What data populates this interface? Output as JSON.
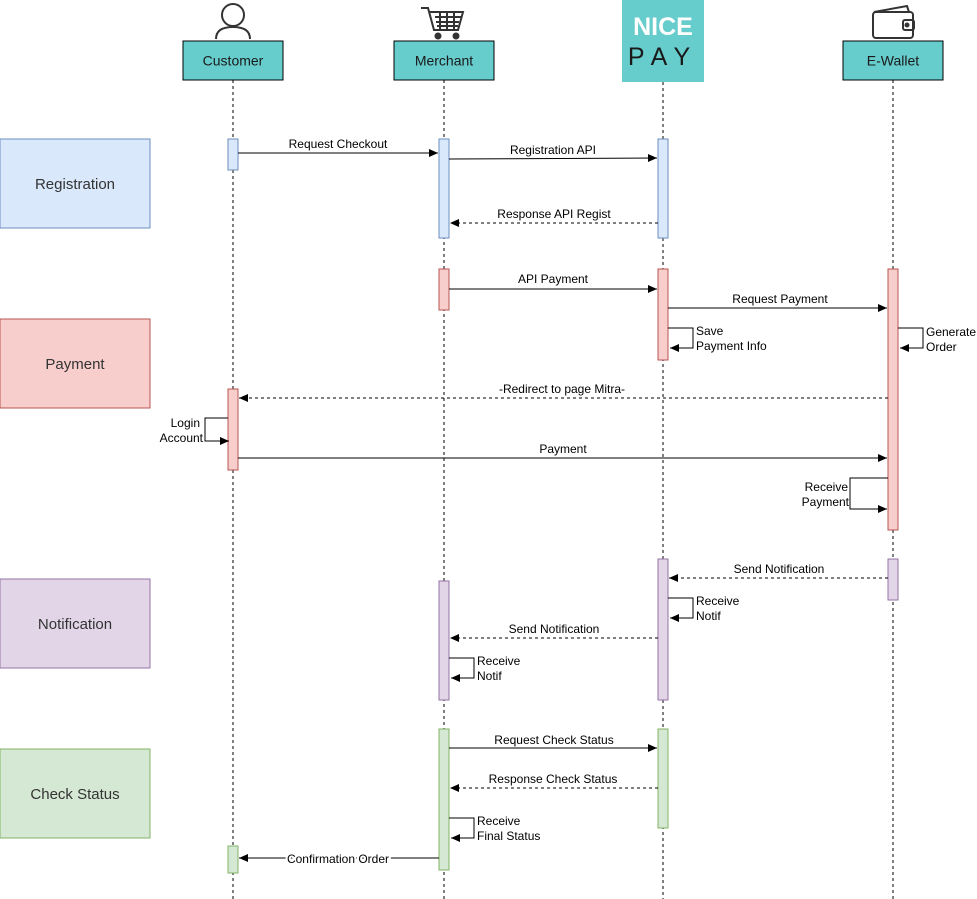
{
  "actors": {
    "customer": "Customer",
    "merchant": "Merchant",
    "nicepay_line1": "NICE",
    "nicepay_line2": "PAY",
    "ewallet": "E-Wallet"
  },
  "phases": {
    "registration": "Registration",
    "payment": "Payment",
    "notification": "Notification",
    "check_status": "Check Status"
  },
  "messages": {
    "request_checkout": "Request Checkout",
    "registration_api": "Registration API",
    "response_api_regist": "Response API Regist",
    "api_payment": "API Payment",
    "request_payment": "Request Payment",
    "save_payment_info_1": "Save",
    "save_payment_info_2": "Payment Info",
    "generate_order_1": "Generate",
    "generate_order_2": "Order",
    "redirect_mitra": "-Redirect to page Mitra-",
    "login_account_1": "Login",
    "login_account_2": "Account",
    "payment": "Payment",
    "receive_payment_1": "Receive",
    "receive_payment_2": "Payment",
    "send_notification_1": "Send Notification",
    "receive_notif_1a": "Receive",
    "receive_notif_1b": "Notif",
    "send_notification_2": "Send Notification",
    "receive_notif_2a": "Receive",
    "receive_notif_2b": "Notif",
    "request_check_status": "Request Check Status",
    "response_check_status": "Response Check Status",
    "receive_final_1": "Receive",
    "receive_final_2": "Final Status",
    "confirmation_order": "Confirmation Order"
  },
  "colors": {
    "actor_fill": "#66CCCC",
    "registration_fill": "#DAE8FC",
    "registration_stroke": "#6C8EBF",
    "payment_fill": "#F8CECC",
    "payment_stroke": "#B85450",
    "notification_fill": "#E1D5E7",
    "notification_stroke": "#9673A6",
    "status_fill": "#D5E8D4",
    "status_stroke": "#82B366"
  },
  "icons": {
    "customer": "person-icon",
    "merchant": "shopping-cart-icon",
    "ewallet": "wallet-icon"
  }
}
